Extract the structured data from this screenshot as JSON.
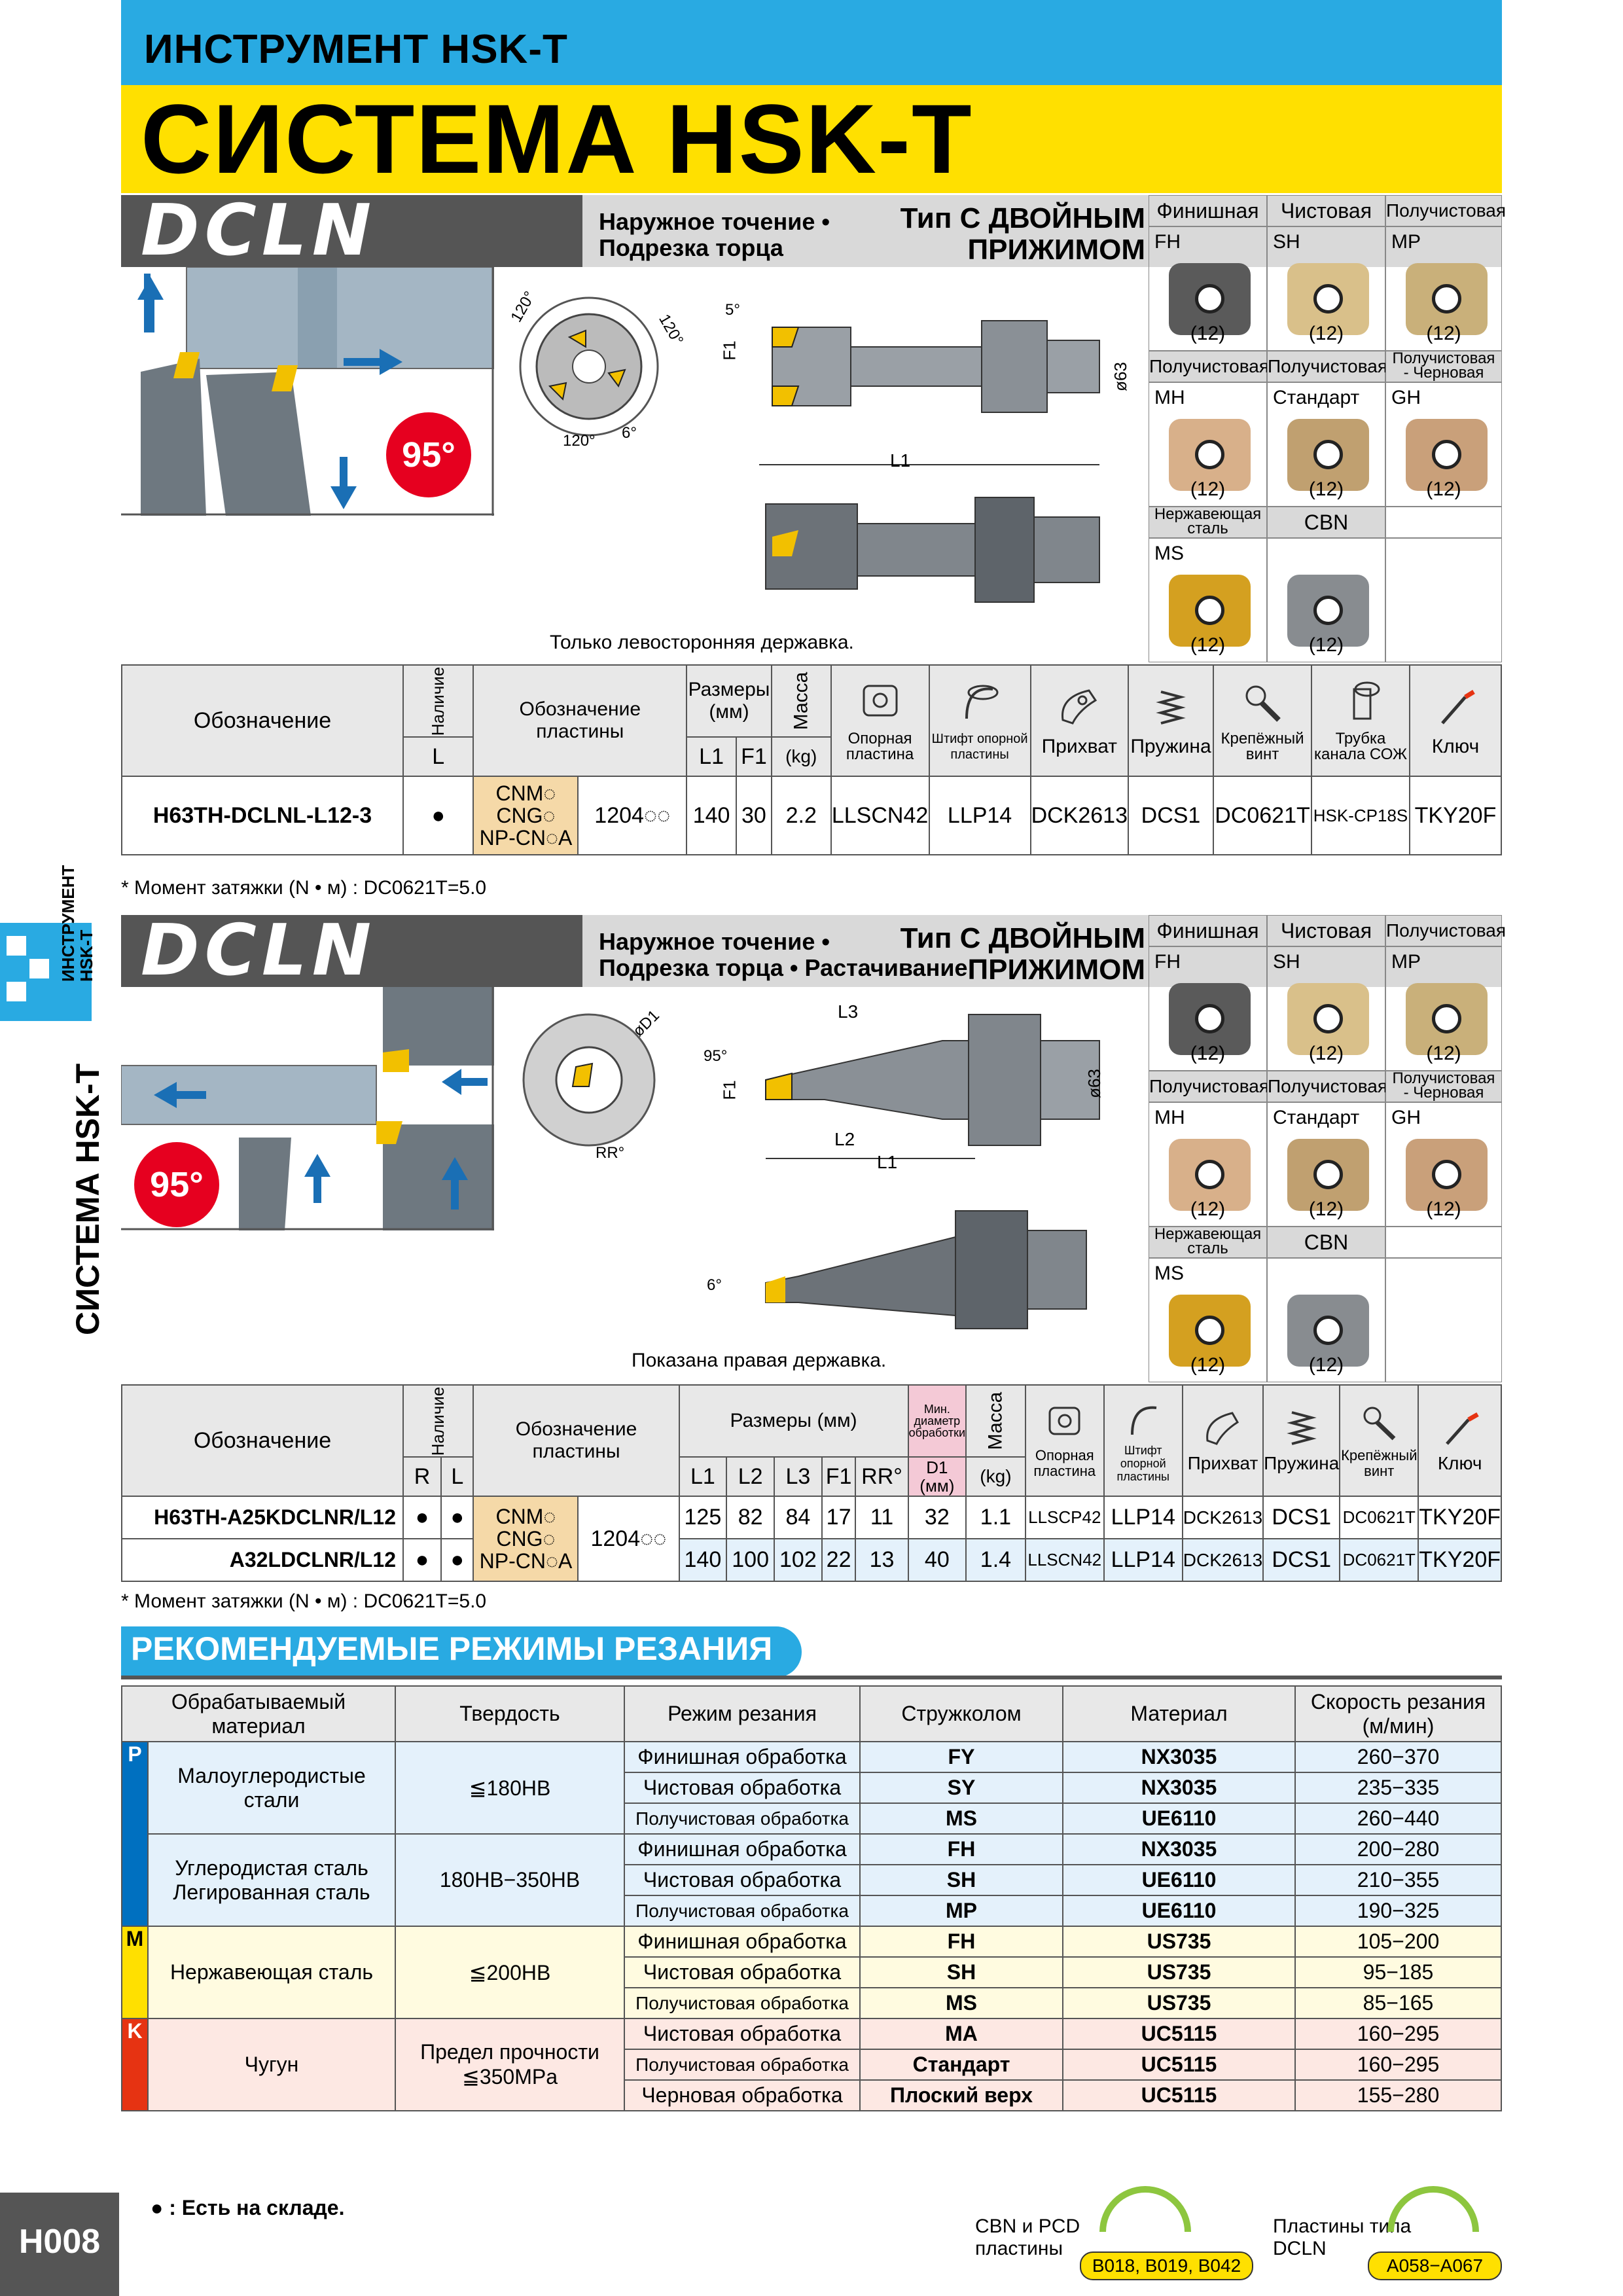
{
  "header": {
    "subtitle": "ИНСТРУМЕНТ HSK-T",
    "title": "СИСТЕМА HSK-T"
  },
  "side": {
    "tab_label": "ИНСТРУМЕНТ HSK-T",
    "vertical": "СИСТЕМА HSK-T"
  },
  "section1": {
    "logo": "DCLN",
    "desc1": "Наружное точение •",
    "desc2": "Подрезка торца",
    "type1": "Тип С ДВОЙНЫМ",
    "type2": "ПРИЖИМОМ",
    "angle": "95°",
    "diag_note": "Только левосторонняя державка.",
    "dims": {
      "a1": "120°",
      "a2": "120°",
      "a3": "120°",
      "a4": "6°",
      "a5": "5°",
      "f1": "F1",
      "l1": "L1",
      "d": "ø63"
    }
  },
  "inserts": {
    "h1": "Финишная",
    "h2": "Чистовая",
    "h3": "Получистовая",
    "r1": [
      {
        "code": "FH",
        "count": "(12)",
        "color": "#5a5a5a"
      },
      {
        "code": "SH",
        "count": "(12)",
        "color": "#d9c08a"
      },
      {
        "code": "MP",
        "count": "(12)",
        "color": "#c9b07a"
      }
    ],
    "h4": "Получистовая",
    "h5": "Получистовая",
    "h6a": "Получистовая",
    "h6b": "- Черновая",
    "r2": [
      {
        "code": "MH",
        "count": "(12)",
        "color": "#d8b08a"
      },
      {
        "code": "Стандарт",
        "count": "(12)",
        "color": "#c0a070"
      },
      {
        "code": "GH",
        "count": "(12)",
        "color": "#c9a07a"
      }
    ],
    "h7a": "Нержавеющая",
    "h7b": "сталь",
    "h8": "CBN",
    "r3": [
      {
        "code": "MS",
        "count": "(12)",
        "color": "#d4a020"
      },
      {
        "code": "",
        "count": "(12)",
        "color": "#888c90"
      }
    ]
  },
  "table1": {
    "h_designation": "Обозначение",
    "h_avail": "Наличие",
    "h_insert": "Обозначение пластины",
    "h_dims": "Размеры (мм)",
    "h_mass": "Масса",
    "h_shim": "Опорная пластина",
    "h_pin": "Штифт опорной пластины",
    "h_clamp": "Прихват",
    "h_spring": "Пружина",
    "h_screw": "Крепёжный винт",
    "h_tube": "Трубка канала СОЖ",
    "h_key": "Ключ",
    "h_L": "L",
    "h_L1": "L1",
    "h_F1": "F1",
    "h_kg": "(kg)",
    "star": "*",
    "row": {
      "name": "H63TH-DCLNL-L12-3",
      "avail": "●",
      "ins1": "CNM◌",
      "ins2": "CNG◌",
      "ins3": "NP-CN◌A",
      "size": "1204◌◌",
      "L1": "140",
      "F1": "30",
      "kg": "2.2",
      "shim": "LLSCN42",
      "pin": "LLP14",
      "clamp": "DCK2613",
      "spring": "DCS1",
      "screw": "DC0621T",
      "tube": "HSK-CP18S",
      "key": "TKY20F"
    },
    "torque": "* Момент затяжки (N • м) : DC0621T=5.0"
  },
  "section2": {
    "logo": "DCLN",
    "desc1": "Наружное точение •",
    "desc2": "Подрезка торца • Растачивание",
    "type1": "Тип С ДВОЙНЫМ",
    "type2": "ПРИЖИМОМ",
    "angle": "95°",
    "diag_note": "Показана правая державка.",
    "dims": {
      "d1": "øD1",
      "rr": "RR°",
      "a95": "95°",
      "f1": "F1",
      "l3": "L3",
      "l2": "L2",
      "l1": "L1",
      "d": "ø63",
      "a6": "6°"
    }
  },
  "table2": {
    "h_designation": "Обозначение",
    "h_avail": "Наличие",
    "h_insert": "Обозначение пластины",
    "h_dims": "Размеры (мм)",
    "h_mind": "Мин. диаметр обработки",
    "h_mass": "Масса",
    "h_shim": "Опорная пластина",
    "h_pin": "Штифт опорной пластины",
    "h_clamp": "Прихват",
    "h_spring": "Пружина",
    "h_screw": "Крепёжный винт",
    "h_key": "Ключ",
    "h_R": "R",
    "h_L": "L",
    "h_L1": "L1",
    "h_L2": "L2",
    "h_L3": "L3",
    "h_F1": "F1",
    "h_RR": "RR°",
    "h_D1": "D1",
    "h_mm": "(мм)",
    "h_kg": "(kg)",
    "star": "*",
    "ins1": "CNM◌",
    "ins2": "CNG◌",
    "ins3": "NP-CN◌A",
    "size": "1204◌◌",
    "rows": [
      {
        "name": "H63TH-A25KDCLNR/L12",
        "R": "●",
        "L": "●",
        "L1": "125",
        "L2": "82",
        "L3": "84",
        "F1": "17",
        "RR": "11",
        "D1": "32",
        "kg": "1.1",
        "shim": "LLSCP42",
        "pin": "LLP14",
        "clamp": "DCK2613",
        "spring": "DCS1",
        "screw": "DC0621T",
        "key": "TKY20F"
      },
      {
        "name": "A32LDCLNR/L12",
        "R": "●",
        "L": "●",
        "L1": "140",
        "L2": "100",
        "L3": "102",
        "F1": "22",
        "RR": "13",
        "D1": "40",
        "kg": "1.4",
        "shim": "LLSCN42",
        "pin": "LLP14",
        "clamp": "DCK2613",
        "spring": "DCS1",
        "screw": "DC0621T",
        "key": "TKY20F"
      }
    ],
    "torque": "* Момент затяжки (N • м) : DC0621T=5.0"
  },
  "rec": {
    "title": "РЕКОМЕНДУЕМЫЕ РЕЖИМЫ РЕЗАНИЯ",
    "h_mat1": "Обрабатываемый",
    "h_mat2": "материал",
    "h_hard": "Твердость",
    "h_mode": "Режим резания",
    "h_chip": "Стружколом",
    "h_grade": "Материал",
    "h_speed1": "Скорость резания",
    "h_speed2": "(м/мин)",
    "P": "P",
    "M": "M",
    "K": "K",
    "g1": "Малоуглеродистые стали",
    "g1h": "≦180HB",
    "g2a": "Углеродистая сталь",
    "g2b": "Легированная сталь",
    "g2h": "180HB−350HB",
    "g3": "Нержавеющая сталь",
    "g3h": "≦200HB",
    "g4": "Чугун",
    "g4h1": "Предел прочности",
    "g4h2": "≦350MPa",
    "rows": [
      {
        "mode": "Финишная обработка",
        "chip": "FY",
        "grade": "NX3035",
        "speed": "260−370"
      },
      {
        "mode": "Чистовая обработка",
        "chip": "SY",
        "grade": "NX3035",
        "speed": "235−335"
      },
      {
        "mode": "Получистовая обработка",
        "chip": "MS",
        "grade": "UE6110",
        "speed": "260−440"
      },
      {
        "mode": "Финишная обработка",
        "chip": "FH",
        "grade": "NX3035",
        "speed": "200−280"
      },
      {
        "mode": "Чистовая обработка",
        "chip": "SH",
        "grade": "UE6110",
        "speed": "210−355"
      },
      {
        "mode": "Получистовая обработка",
        "chip": "MP",
        "grade": "UE6110",
        "speed": "190−325"
      },
      {
        "mode": "Финишная обработка",
        "chip": "FH",
        "grade": "US735",
        "speed": "105−200"
      },
      {
        "mode": "Чистовая обработка",
        "chip": "SH",
        "grade": "US735",
        "speed": "95−185"
      },
      {
        "mode": "Получистовая обработка",
        "chip": "MS",
        "grade": "US735",
        "speed": "85−165"
      },
      {
        "mode": "Чистовая обработка",
        "chip": "MA",
        "grade": "UC5115",
        "speed": "160−295"
      },
      {
        "mode": "Получистовая обработка",
        "chip": "Стандарт",
        "grade": "UC5115",
        "speed": "160−295"
      },
      {
        "mode": "Черновая обработка",
        "chip": "Плоский верх",
        "grade": "UC5115",
        "speed": "155−280"
      }
    ]
  },
  "footer": {
    "page": "H008",
    "stock": "● : Есть на складе.",
    "cbn1": "CBN и PCD",
    "cbn2": "пластины",
    "cbn_pages": "B018, B019, B042",
    "dcln1": "Пластины типа",
    "dcln2": "DCLN",
    "dcln_pages": "A058−A067"
  }
}
